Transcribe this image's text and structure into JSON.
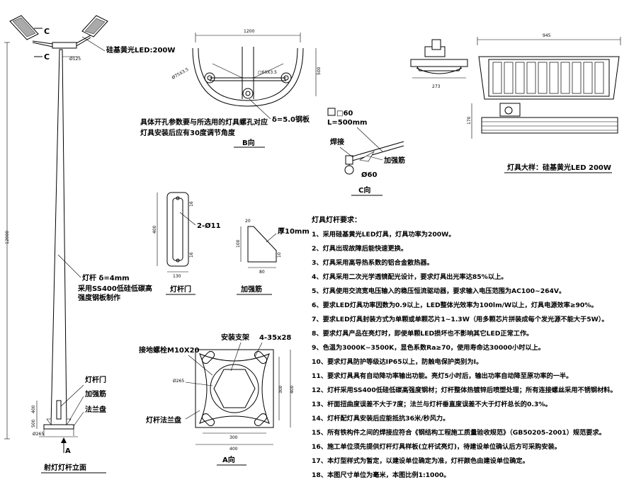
{
  "pole_elevation": {
    "title": "射灯灯杆立面",
    "led_label": "硅基黄光LED:200W",
    "section_mark": "C",
    "phi_top": "Ø125",
    "height_dim": "12000",
    "pole_label": "灯杆  δ=4mm",
    "material_line1": "采用SS400低硅低碳高",
    "material_line2": "强度钢板制作",
    "door_label": "灯杆门",
    "rib_label": "加强筋",
    "flange_label": "法兰盘",
    "dim_400": "400",
    "dim_500": "500",
    "phi_base": "Ø265",
    "view_a": "A"
  },
  "view_b": {
    "title": "B向",
    "width_dim": "1200",
    "height_dim": "500",
    "tube_dim": "Ø75X3.5",
    "square_dim": "□60X3.5",
    "note1": "具体开孔参数要与所选用的灯具螺孔对应",
    "note2": "灯具安装后应有30度调节角度",
    "plate": "δ=5.0钢板"
  },
  "view_c": {
    "title": "C向",
    "square": "□60",
    "length": "L=500mm",
    "weld": "焊接",
    "rib": "加强筋",
    "phi": "Ø60"
  },
  "luminaire": {
    "title": "灯具大样：硅基黄光LED 200W",
    "dim_273": "273",
    "dim_945": "945",
    "dim_170": "170"
  },
  "door": {
    "title": "灯杆门",
    "holes": "2-Ø11",
    "dim_400": "400",
    "dim_130": "130",
    "dim_16a": "16",
    "dim_16b": "16"
  },
  "rib_detail": {
    "title": "加强筋",
    "thickness": "厚10mm",
    "dim_100": "100",
    "dim_80": "80",
    "dim_20": "20",
    "dim_10": "10"
  },
  "base_plan": {
    "title": "A向",
    "bracket": "安装支架",
    "bolt_spec": "4-35x28",
    "anchor": "接地螺栓M10X20",
    "phi": "Ø265",
    "flange": "灯杆法兰盘",
    "dim_300_h": "300",
    "dim_400_h": "400",
    "dim_300_v": "300",
    "dim_400_v": "400"
  },
  "requirements": {
    "title": "灯具灯杆要求：",
    "items": [
      "1、采用硅基黄光LED灯具，灯具功率为200W。",
      "2、灯具出现故障后能快速更换。",
      "3、灯具采用高导热系数的铝合金散热器。",
      "4、灯具采用二次光学透镜配光设计，要求灯具出光率达85%以上。",
      "5、灯具使用交流宽电压输入的稳压恒流驱动器，要求输入电压范围为AC100~264V。",
      "6、要求LED灯具功率因数为0.9以上，LED整体光效率为100lm/W以上，灯具电源效率≥90%。",
      "7、要求LED灯具封装方式为单颗或单颗芯片1~1.3W（用多颗芯片拼装成每个发光源不能大于5W）。",
      "8、要求灯具产品在亮灯时，即使单颗LED损坏也不影响其它LED正常工作。",
      "9、色温为3000K~3500K，显色系数Ra≥70，使用寿命达30000小时以上。",
      "10、要求灯具防护等级达IP65以上，防触电保护类别为Ⅰ。",
      "11、要求灯具具有自动降功率输出功能。亮灯5小时后，输出功率自动降至原功率的一半。",
      "12、灯杆采用SS400低硅低碳高强度钢材；灯杆整体热镀锌后喷塑处理；所有连接螺丝采用不锈钢材料。",
      "13、杆面扭曲度误差不大于7度；法兰与灯杆垂直度误差不大于灯杆总长的0.3%。",
      "14、灯杆配灯具安装后应能抵抗36米/秒风力。",
      "15、所有铁构件之间的焊接应符合《钢结构工程施工质量验收规范》（GB50205-2001）规范要求。",
      "16、施工单位须先提供灯杆灯具样板(立杆试亮灯)，待建设单位确认后方可采购安装。",
      "17、本灯型样式为暂定，以建设单位确定为准，灯杆颜色由建设单位确定。",
      "18、本图尺寸单位为毫米，本图比例1:1000。"
    ]
  }
}
